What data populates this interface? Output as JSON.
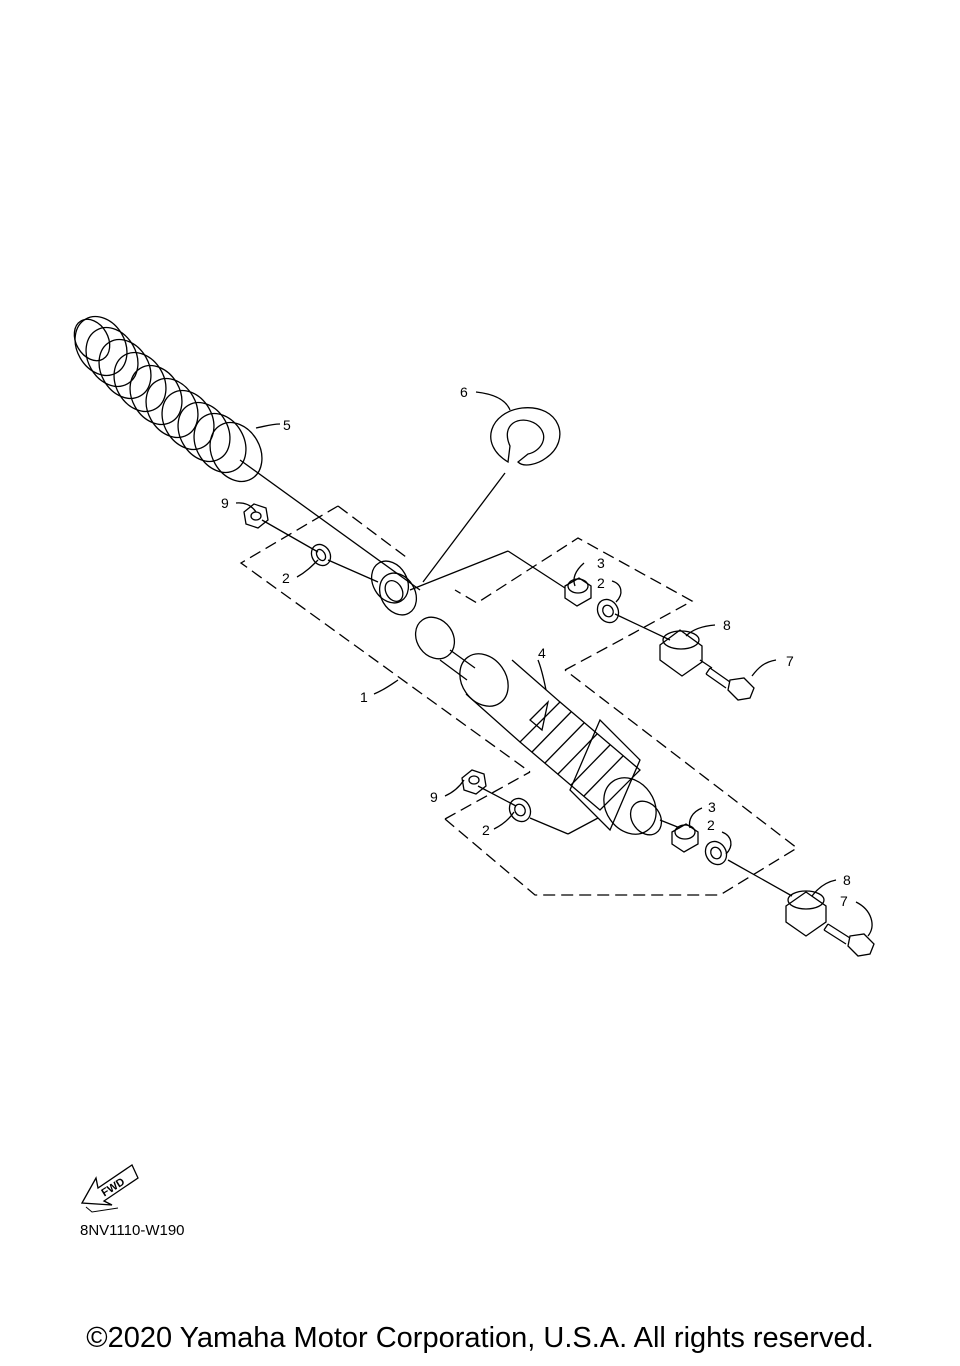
{
  "callouts": [
    "1",
    "2",
    "2",
    "2",
    "2",
    "3",
    "3",
    "4",
    "5",
    "6",
    "7",
    "7",
    "8",
    "8",
    "9",
    "9"
  ],
  "fwd_icon": {
    "name": "fwd-arrow-icon",
    "text": "FWD"
  },
  "diagram_code": "8NV1110-W190",
  "copyright": "©2020 Yamaha Motor Corporation, U.S.A. All rights reserved."
}
